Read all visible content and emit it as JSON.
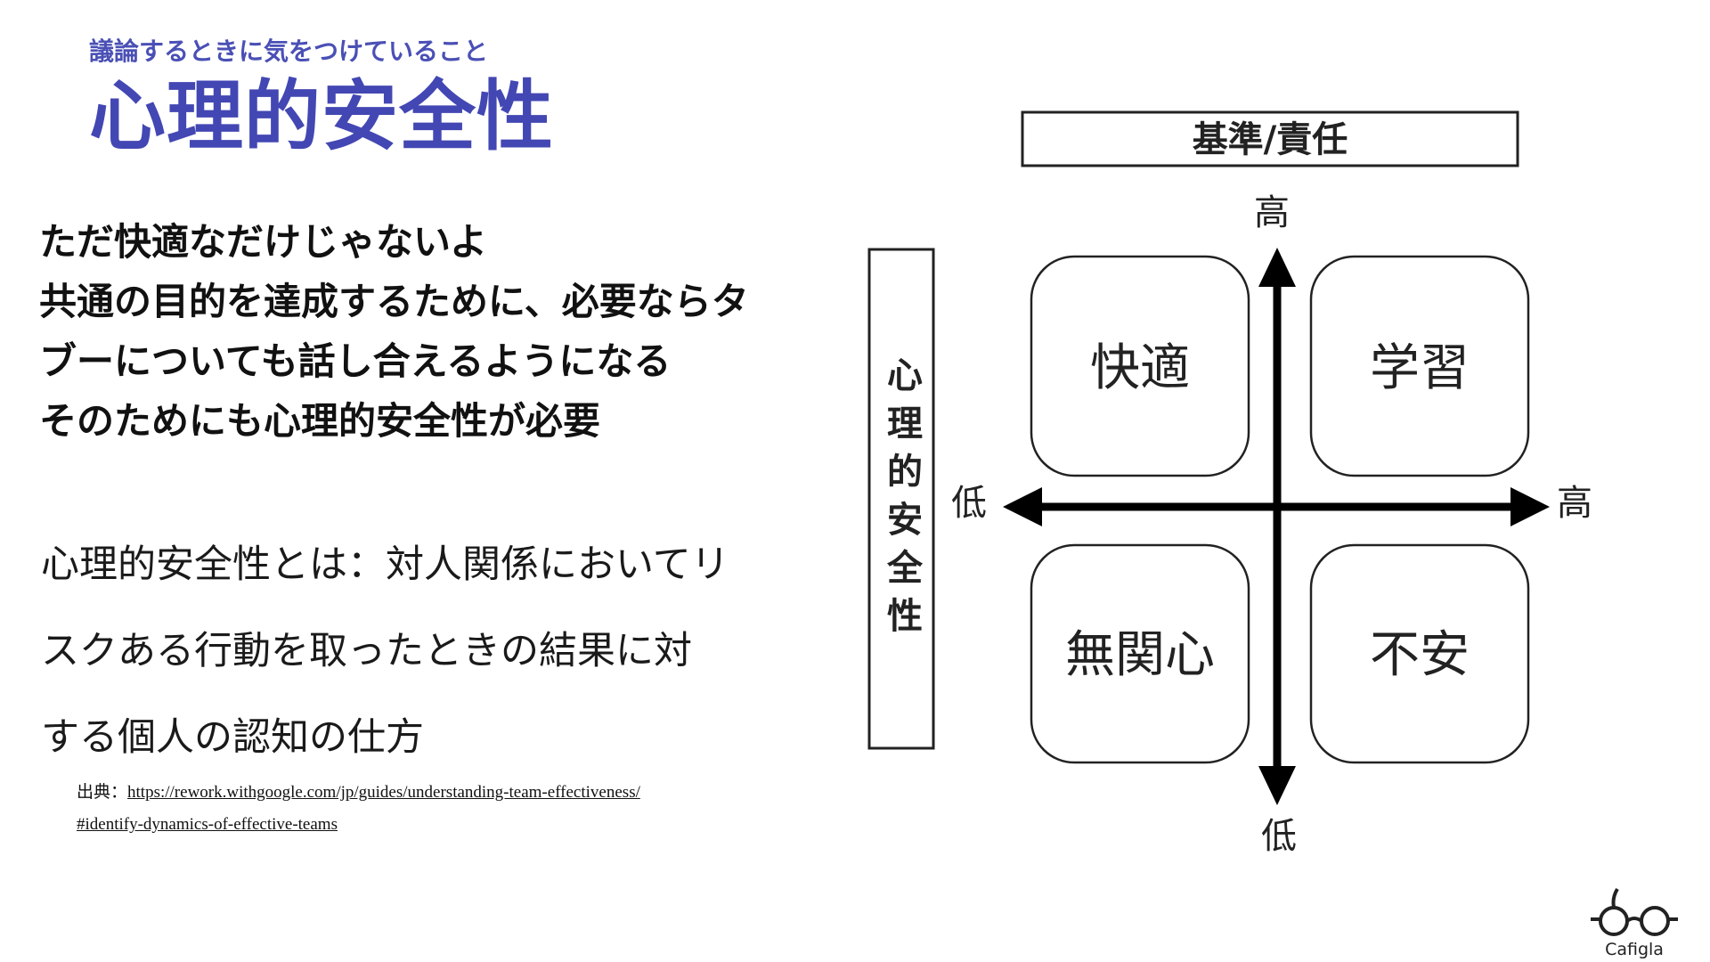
{
  "header": {
    "subtitle": "議論するときに気をつけていること",
    "title": "心理的安全性"
  },
  "main_text": {
    "bold_lines": [
      "ただ快適なだけじゃないよ",
      "共通の目的を達成するために、必要ならタ",
      "ブーについても話し合えるようになる",
      "そのためにも心理的安全性が必要"
    ],
    "definition_lines": [
      "心理的安全性とは：対人関係においてリ",
      "スクある行動を取ったときの結果に対",
      "する個人の認知の仕方"
    ]
  },
  "source": {
    "prefix": "出典：",
    "url_line1": "https://rework.withgoogle.com/jp/guides/understanding-team-effectiveness/",
    "url_line2": "#identify-dynamics-of-effective-teams"
  },
  "diagram": {
    "top_axis_label": "基準/責任",
    "left_axis_label": "心理的安全性",
    "y_high": "高",
    "y_low": "低",
    "x_low": "低",
    "x_high": "高",
    "quadrants": {
      "top_left": "快適",
      "top_right": "学習",
      "bottom_left": "無関心",
      "bottom_right": "不安"
    }
  },
  "logo": {
    "text": "Cafigla",
    "color": "#222222"
  },
  "colors": {
    "accent": "#4347b3",
    "text": "#111111"
  }
}
